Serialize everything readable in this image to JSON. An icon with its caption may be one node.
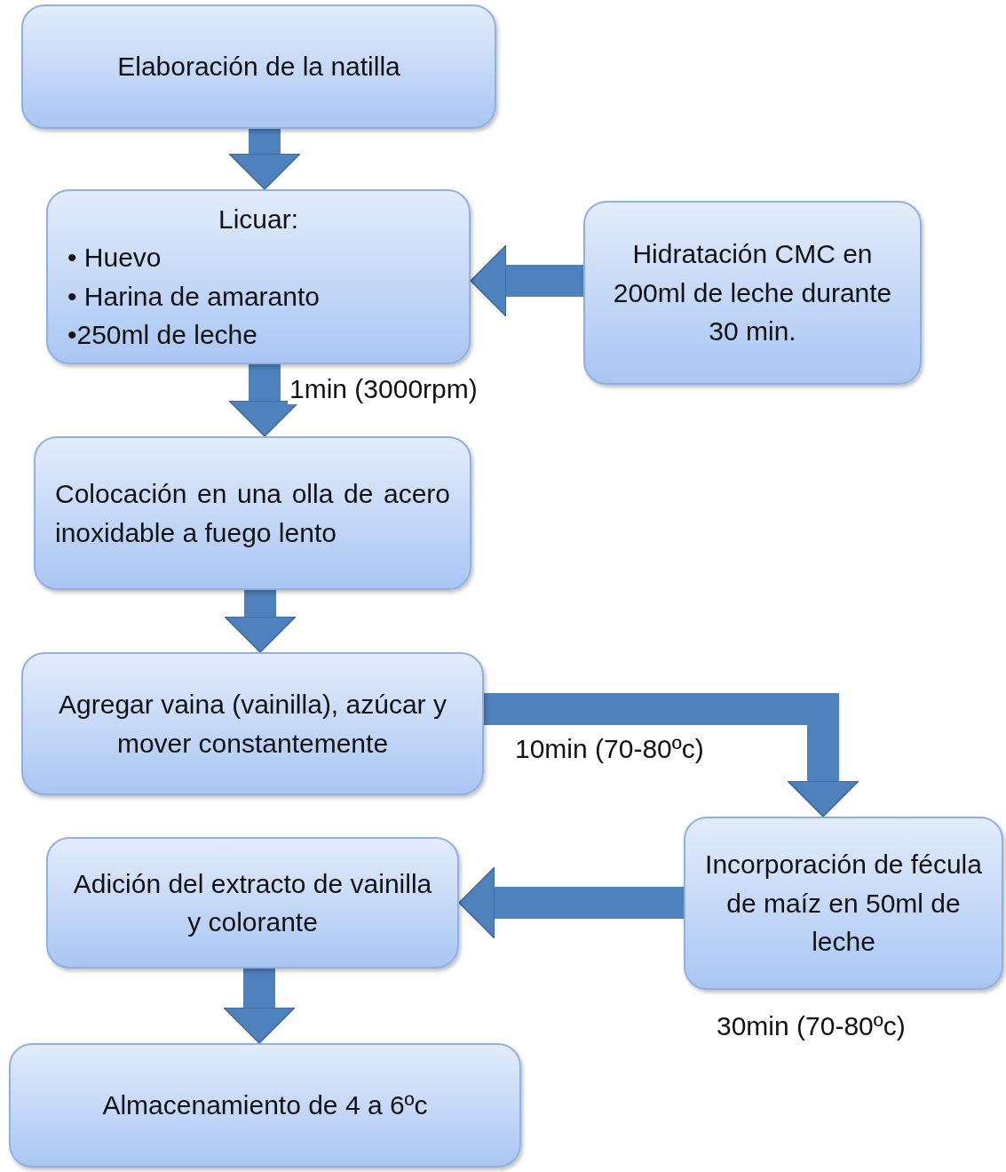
{
  "diagram": {
    "nodes": [
      {
        "text": [
          "Elaboración de la natilla"
        ]
      },
      {
        "text": [
          "Licuar:",
          "• Huevo",
          "• Harina de amaranto",
          "•250ml de leche"
        ]
      },
      {
        "text": [
          "Hidratación CMC en 200ml de leche durante 30 min."
        ]
      },
      {
        "text": [
          "Colocación en una olla de acero inoxidable a fuego lento"
        ]
      },
      {
        "text": [
          "Agregar vaina (vainilla), azúcar y mover constantemente"
        ]
      },
      {
        "text": [
          "Incorporación de fécula de maíz en 50ml de leche"
        ],
        "beside": [
          "30min (70-80ºc)"
        ]
      },
      {
        "text": [
          "Adición del extracto de vainilla y colorante"
        ]
      },
      {
        "text": [
          "Almacenamiento de 4 a 6ºc"
        ]
      }
    ],
    "edges": [
      {
        "from": 0,
        "to": 1,
        "arrow": "to"
      },
      {
        "from": 2,
        "to": 1,
        "arrow": "to"
      },
      {
        "from": 1,
        "to": 3,
        "arrow": "to",
        "label": "1min (3000rpm)"
      },
      {
        "from": 3,
        "to": 4,
        "arrow": "to"
      },
      {
        "from": 4,
        "to": 5,
        "arrow": "to",
        "label": "10min (70-80ºc)"
      },
      {
        "from": 5,
        "to": 6,
        "arrow": "to"
      },
      {
        "from": 6,
        "to": 7,
        "arrow": "to"
      }
    ]
  }
}
